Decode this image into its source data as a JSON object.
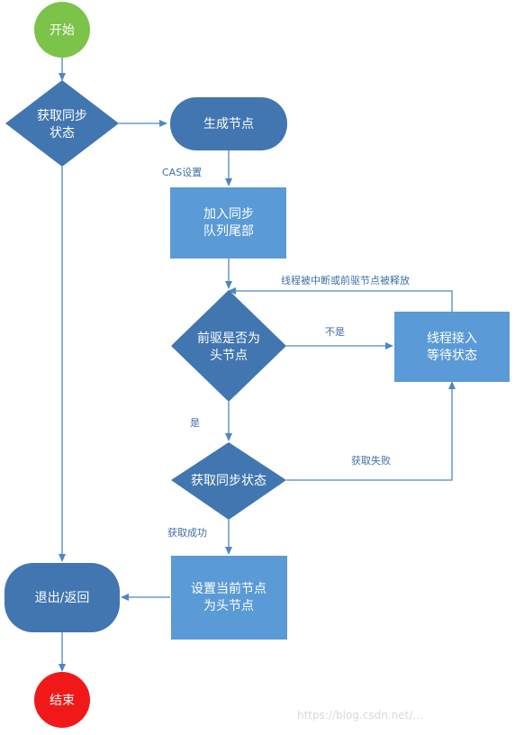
{
  "nodes": {
    "start": "开始",
    "get_state_1": [
      "获取同步",
      "状态"
    ],
    "create_node": "生成节点",
    "enqueue": [
      "加入同步",
      "队列尾部"
    ],
    "is_head": [
      "前驱是否为",
      "头节点"
    ],
    "wait": [
      "线程接入",
      "等待状态"
    ],
    "get_state_2": "获取同步状态",
    "set_head": [
      "设置当前节点",
      "为头节点"
    ],
    "exit": "退出/返回",
    "end": "结束"
  },
  "edges": {
    "cas": "CAS设置",
    "not_head": "不是",
    "is_head_yes": "是",
    "fail": "获取失败",
    "success": "获取成功",
    "interrupted": "线程被中断或前驱节点被释放"
  },
  "watermark": "https://blog.csdn.net/..."
}
